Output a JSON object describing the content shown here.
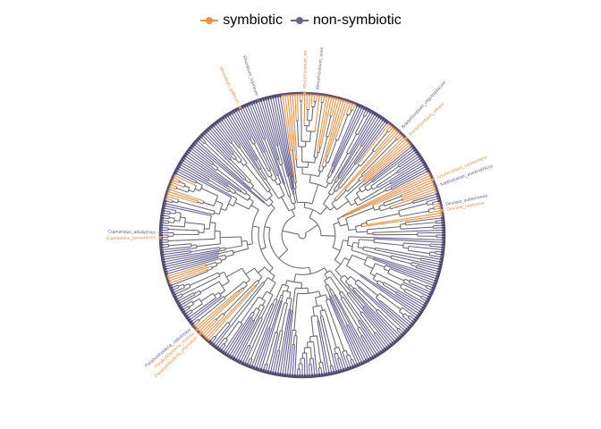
{
  "legend": {
    "items": [
      {
        "label": "symbiotic",
        "color": "#E8924A"
      },
      {
        "label": "non-symbiotic",
        "color": "#6A6494"
      }
    ]
  },
  "colors": {
    "symbiotic": "#E8924A",
    "non_symbiotic": "#6A6494",
    "ring": "#4A4470",
    "branch": "#6E6E6E"
  },
  "tree": {
    "layout": "circular",
    "tip_count": 360,
    "symbiotic_sectors_deg": [
      [
        -98,
        -68
      ],
      [
        -52,
        -40
      ],
      [
        -26,
        -18
      ],
      [
        -13,
        -8
      ],
      [
        195,
        205
      ],
      [
        132,
        140
      ],
      [
        160,
        163
      ]
    ],
    "labels": [
      {
        "text": "Mesorhizobium_ter",
        "angle": -89,
        "group": "symbiotic"
      },
      {
        "text": "Mesorhizobium_oceri",
        "angle": -84,
        "group": "non_symbiotic"
      },
      {
        "text": "Rhizobium_lupineum",
        "angle": -108,
        "group": "non_symbiotic"
      },
      {
        "text": "Rhizobium_gallicum",
        "angle": -116,
        "group": "symbiotic"
      },
      {
        "text": "Bradyrhizobium_oligotrophicum",
        "angle": -47,
        "group": "non_symbiotic"
      },
      {
        "text": "Bradyrhizobium_elkanii",
        "angle": -43,
        "group": "symbiotic"
      },
      {
        "text": "Azorhizobium_caulinodans",
        "angle": -23,
        "group": "symbiotic"
      },
      {
        "text": "Xanthobacter_autotrophicus",
        "angle": -20,
        "group": "non_symbiotic"
      },
      {
        "text": "Devosia_neptuniae",
        "angle": -10,
        "group": "symbiotic"
      },
      {
        "text": "Devosia_subterranea",
        "angle": -12,
        "group": "non_symbiotic"
      },
      {
        "text": "Cupriavidus_taiwanensis",
        "angle": 179,
        "group": "symbiotic"
      },
      {
        "text": "Cupriavidus_alkaliphilus",
        "angle": 181,
        "group": "non_symbiotic"
      },
      {
        "text": "Paraburkholderia_phymatum",
        "angle": 136,
        "group": "symbiotic"
      },
      {
        "text": "Paraburkholderia_nodosa",
        "angle": 138,
        "group": "symbiotic"
      },
      {
        "text": "Paraburkholderia_caledonica",
        "angle": 140,
        "group": "non_symbiotic"
      }
    ]
  }
}
